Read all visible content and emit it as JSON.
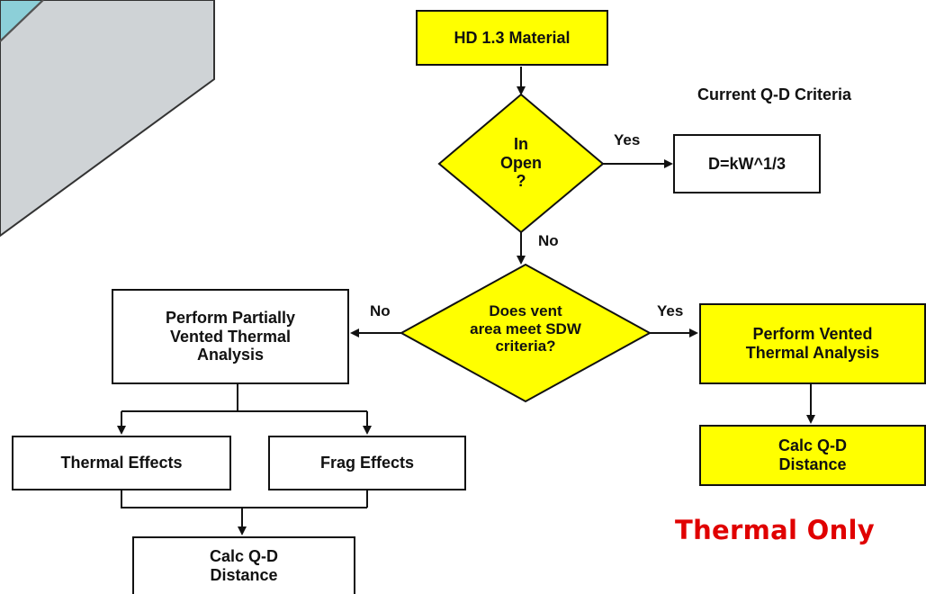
{
  "colors": {
    "decision": "#ffff00",
    "process_yellow": "#ffff00",
    "process_white": "#ffffff",
    "highlight_text": "#e00000",
    "building_side": "#cfd3d6",
    "building_top": "#8ccfd8"
  },
  "nodes": {
    "start": "HD 1.3 Material",
    "in_open": "In\nOpen\n?",
    "current_criteria_formula": "D=kW^1/3",
    "vent_decision": "Does vent\narea meet SDW\ncriteria?",
    "partial_vented": "Perform Partially\nVented Thermal\nAnalysis",
    "vented": "Perform Vented\nThermal Analysis",
    "calc_right": "Calc Q-D\nDistance",
    "thermal_effects": "Thermal Effects",
    "frag_effects": "Frag Effects",
    "calc_bottom": "Calc Q-D\nDistance"
  },
  "edge_labels": {
    "in_open_yes": "Yes",
    "in_open_no": "No",
    "vent_yes": "Yes",
    "vent_no": "No"
  },
  "annotations": {
    "current_criteria": "Current Q-D Criteria",
    "thermal_only": "Thermal Only"
  }
}
